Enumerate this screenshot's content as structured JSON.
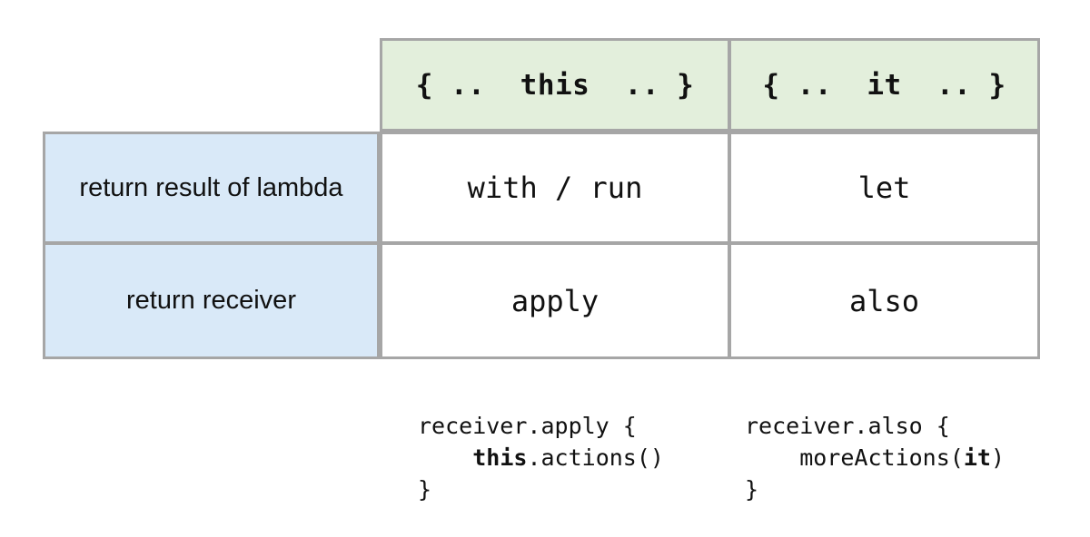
{
  "table": {
    "corner_label": "",
    "columns": [
      {
        "key": "label",
        "header": ""
      },
      {
        "key": "this",
        "header": "{ ..  this  .. }"
      },
      {
        "key": "it",
        "header": "{ ..  it  .. }"
      }
    ],
    "headers": {
      "this": "{ ..  this  .. }",
      "it": "{ ..  it  .. }"
    },
    "rows": [
      {
        "label": "return result of lambda",
        "this": "with / run",
        "it": "let"
      },
      {
        "label": "return receiver",
        "this": "apply",
        "it": "also"
      }
    ]
  },
  "code_examples": [
    {
      "name": "apply-example",
      "lines": [
        {
          "plain_before": "receiver.apply {",
          "bold": "",
          "plain_after": ""
        },
        {
          "plain_before": "    ",
          "bold": "this",
          "plain_after": ".actions()"
        },
        {
          "plain_before": "}",
          "bold": "",
          "plain_after": ""
        }
      ]
    },
    {
      "name": "also-example",
      "lines": [
        {
          "plain_before": "receiver.also {",
          "bold": "",
          "plain_after": ""
        },
        {
          "plain_before": "    moreActions(",
          "bold": "it",
          "plain_after": ")"
        },
        {
          "plain_before": "}",
          "bold": "",
          "plain_after": ""
        }
      ]
    }
  ],
  "colors": {
    "background": "#ffffff",
    "header_green": "#e3efdc",
    "row_label_blue": "#d9e9f8",
    "value_white": "#ffffff",
    "border_gray": "#a6a6a6",
    "text": "#111111"
  }
}
